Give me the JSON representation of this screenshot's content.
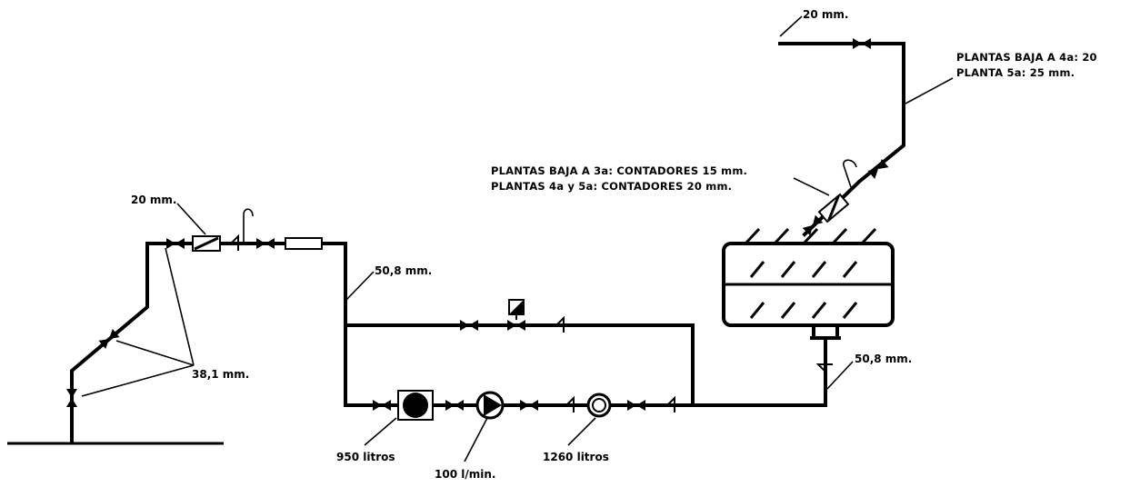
{
  "diagram": {
    "labels": {
      "inlet_diameter": "20 mm.",
      "riser_diameter": "38,1 mm.",
      "main_diameter": "50,8 mm.",
      "tank_outlet_diameter": "50,8 mm.",
      "top_outlet_diameter": "20 mm.",
      "meters_line1": "PLANTAS BAJA A 3a: CONTADORES 15 mm.",
      "meters_line2": "PLANTAS 4a y 5a: CONTADORES 20 mm.",
      "floors_line1": "PLANTAS BAJA A 4a: 20",
      "floors_line2": "PLANTA 5a: 25 mm.",
      "accumulator_volume": "950 litros",
      "pump_flow": "100 l/min.",
      "pressure_tank_volume": "1260 litros"
    },
    "colors": {
      "stroke": "#000000",
      "background": "#ffffff"
    }
  }
}
